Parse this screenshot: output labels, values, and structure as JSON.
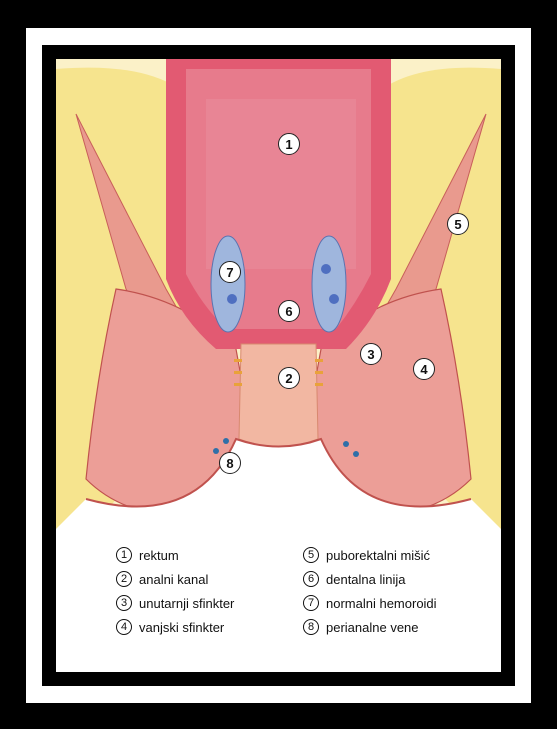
{
  "diagram": {
    "badges": [
      {
        "num": "1"
      },
      {
        "num": "2"
      },
      {
        "num": "3"
      },
      {
        "num": "4"
      },
      {
        "num": "5"
      },
      {
        "num": "6"
      },
      {
        "num": "7"
      },
      {
        "num": "8"
      }
    ],
    "legend": [
      {
        "num": "1",
        "label": "rektum"
      },
      {
        "num": "2",
        "label": "analni kanal"
      },
      {
        "num": "3",
        "label": "unutarnji sfinkter"
      },
      {
        "num": "4",
        "label": "vanjski sfinkter"
      },
      {
        "num": "5",
        "label": "puborektalni mišić"
      },
      {
        "num": "6",
        "label": "dentalna linija"
      },
      {
        "num": "7",
        "label": "normalni hemoroidi"
      },
      {
        "num": "8",
        "label": "perianalne vene"
      }
    ],
    "colors": {
      "fat": "#f6e89a",
      "muscle": "#e58a8a",
      "rectum": "#e4576f",
      "canal": "#f2b7a2",
      "vein": "#9fb6dd",
      "frame": "#000000"
    }
  }
}
